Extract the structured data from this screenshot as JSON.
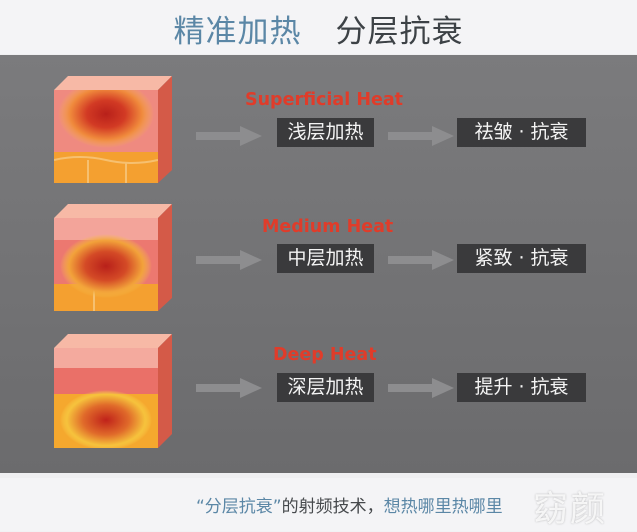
{
  "header": {
    "title_part1": "精准加热",
    "title_part2": "分层抗衰"
  },
  "rows": [
    {
      "heat_label": "Superficial  Heat",
      "layer_box": "浅层加热",
      "result_box": "祛皱 · 抗衰"
    },
    {
      "heat_label": "Medium Heat",
      "layer_box": "中层加热",
      "result_box": "紧致 · 抗衰"
    },
    {
      "heat_label": "Deep  Heat",
      "layer_box": "深层加热",
      "result_box": "提升 · 抗衰"
    }
  ],
  "footer": {
    "quote": "“分层抗衰”",
    "body": "的射频技术，",
    "tail": "想热哪里热哪里"
  },
  "watermark": "窈颜",
  "colors": {
    "title_accent": "#5b87a6",
    "heat_label": "#e03c2a",
    "box_bg": "#3a3a3c",
    "panel_bg": "#737375",
    "arrow": "#8d8d8f"
  }
}
